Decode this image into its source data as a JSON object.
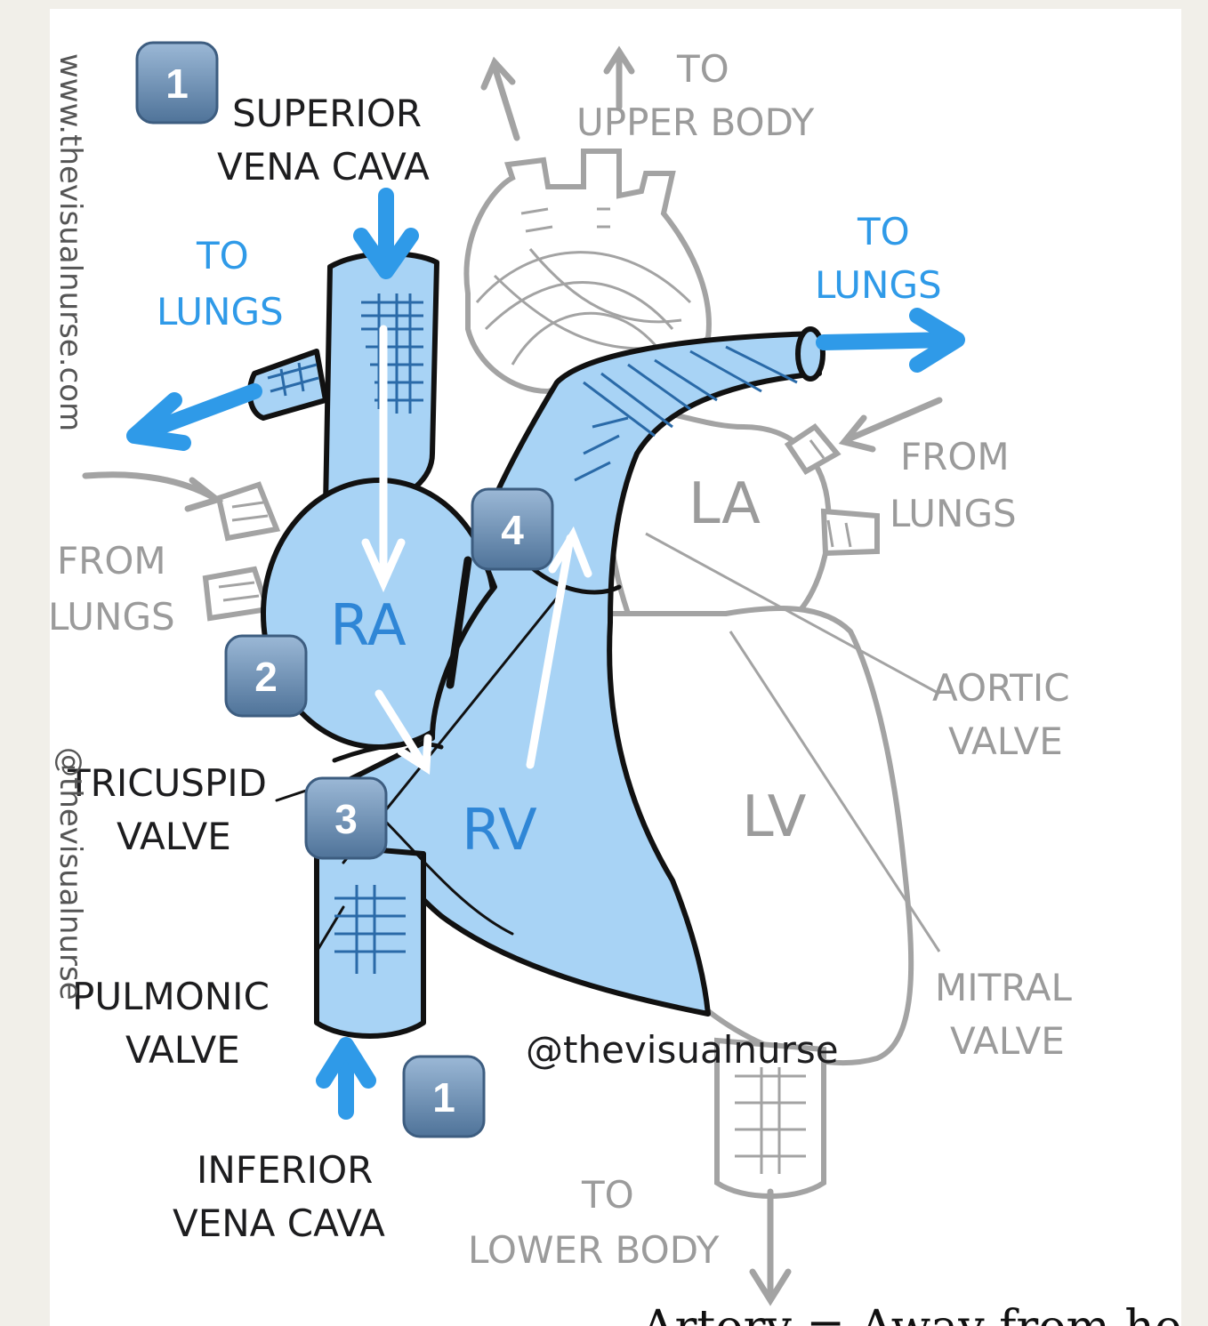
{
  "watermark_url": "www.thevisualnurse.com",
  "watermark_handle_side": "@thevisualnurse",
  "handle": "@thevisualnurse",
  "chambers": {
    "ra": "RA",
    "rv": "RV",
    "la": "LA",
    "lv": "LV"
  },
  "badges": {
    "b1_top": "1",
    "b2": "2",
    "b3": "3",
    "b4": "4",
    "b1_bottom": "1"
  },
  "labels": {
    "superior_vena_cava": [
      "SUPERIOR",
      "VENA CAVA"
    ],
    "inferior_vena_cava": [
      "INFERIOR",
      "VENA CAVA"
    ],
    "tricuspid_valve": [
      "TRICUSPID",
      "VALVE"
    ],
    "pulmonic_valve": [
      "PULMONIC",
      "VALVE"
    ],
    "to_lungs_left": [
      "TO",
      "LUNGS"
    ],
    "to_lungs_right": [
      "TO",
      "LUNGS"
    ],
    "to_upper_body": [
      "TO",
      "UPPER BODY"
    ],
    "from_lungs_left": [
      "FROM",
      "LUNGS"
    ],
    "from_lungs_right": [
      "FROM",
      "LUNGS"
    ],
    "aortic_valve": [
      "AORTIC",
      "VALVE"
    ],
    "mitral_valve": [
      "MITRAL",
      "VALVE"
    ],
    "to_lower_body": [
      "TO",
      "LOWER BODY"
    ]
  },
  "footer_text": "Artory = Away from hea",
  "colors": {
    "blood_blue": "#a8d3f5",
    "arrow_blue": "#2f9ae8",
    "outline_dark": "#111111",
    "outline_grey": "#a3a3a3",
    "badge": "#6f8fb3"
  }
}
